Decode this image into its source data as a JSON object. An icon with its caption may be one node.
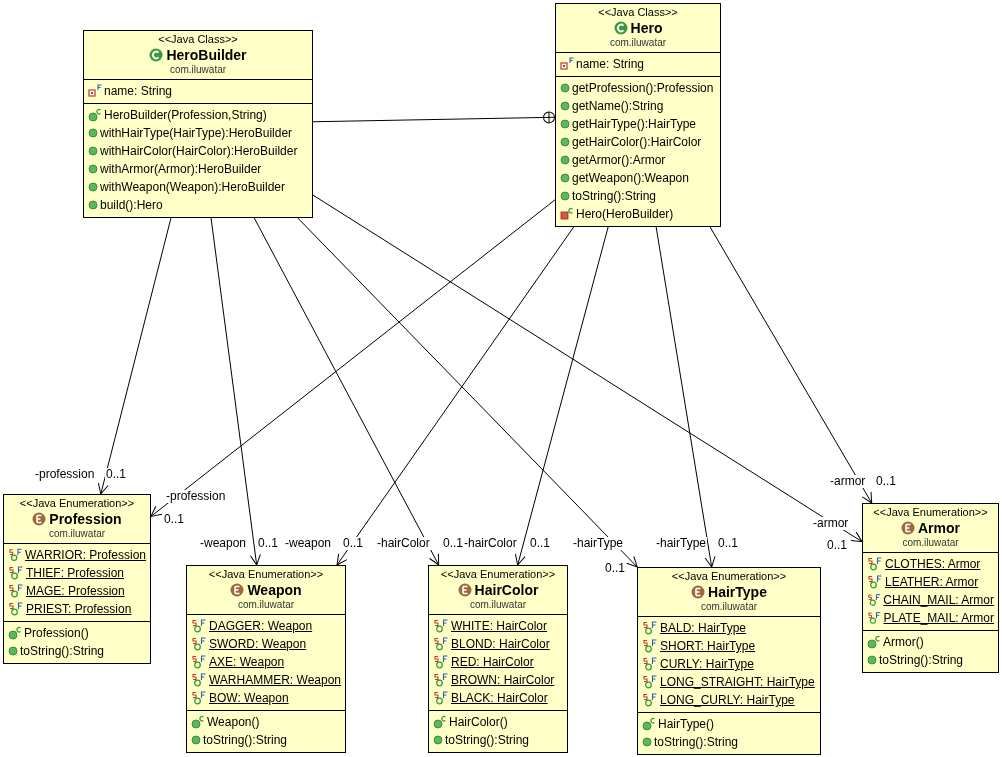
{
  "diagram": {
    "nodes": [
      {
        "text": [
          "<<Java Class>>",
          "HeroBuilder",
          "com.iluwatar"
        ]
      },
      {
        "text": [
          "name: String"
        ],
        "in": 0
      },
      {
        "text": [
          "HeroBuilder(Profession,String)",
          "withHairType(HairType):HeroBuilder",
          "withHairColor(HairColor):HeroBuilder",
          "withArmor(Armor):HeroBuilder",
          "withWeapon(Weapon):HeroBuilder",
          "build():Hero"
        ],
        "in": 0
      },
      {
        "text": [
          "<<Java Class>>",
          "Hero",
          "com.iluwatar"
        ]
      },
      {
        "text": [
          "name: String"
        ],
        "in": 3
      },
      {
        "text": [
          "getProfession():Profession",
          "getName():String",
          "getHairType():HairType",
          "getHairColor():HairColor",
          "getArmor():Armor",
          "getWeapon():Weapon",
          "toString():String",
          "Hero(HeroBuilder)"
        ],
        "in": 3
      },
      {
        "text": [
          "<<Java Enumeration>>",
          "Profession",
          "com.iluwatar"
        ]
      },
      {
        "text": [
          "WARRIOR: Profession",
          "THIEF: Profession",
          "MAGE: Profession",
          "PRIEST: Profession"
        ],
        "in": 6
      },
      {
        "text": [
          "Profession()",
          "toString():String"
        ],
        "in": 6
      },
      {
        "text": [
          "<<Java Enumeration>>",
          "Weapon",
          "com.iluwatar"
        ]
      },
      {
        "text": [
          "DAGGER: Weapon",
          "SWORD: Weapon",
          "AXE: Weapon",
          "WARHAMMER: Weapon",
          "BOW: Weapon"
        ],
        "in": 9
      },
      {
        "text": [
          "Weapon()",
          "toString():String"
        ],
        "in": 9
      },
      {
        "text": [
          "<<Java Enumeration>>",
          "HairColor",
          "com.iluwatar"
        ]
      },
      {
        "text": [
          "WHITE: HairColor",
          "BLOND: HairColor",
          "RED: HairColor",
          "BROWN: HairColor",
          "BLACK: HairColor"
        ],
        "in": 12
      },
      {
        "text": [
          "HairColor()",
          "toString():String"
        ],
        "in": 12
      },
      {
        "text": [
          "<<Java Enumeration>>",
          "HairType",
          "com.iluwatar"
        ]
      },
      {
        "text": [
          "BALD: HairType",
          "SHORT: HairType",
          "CURLY: HairType",
          "LONG_STRAIGHT: HairType",
          "LONG_CURLY: HairType"
        ],
        "in": 15
      },
      {
        "text": [
          "HairType()",
          "toString():String"
        ],
        "in": 15
      },
      {
        "text": [
          "<<Java Enumeration>>",
          "Armor",
          "com.iluwatar"
        ]
      },
      {
        "text": [
          "CLOTHES: Armor",
          "LEATHER: Armor",
          "CHAIN_MAIL: Armor",
          "PLATE_MAIL: Armor"
        ],
        "in": 18
      },
      {
        "text": [
          "Armor()",
          "toString():String"
        ],
        "in": 18
      }
    ],
    "edges": [
      {
        "from": 0,
        "to": 3,
        "arrow": "other"
      },
      {
        "from": 0,
        "to": 6,
        "arrow": "to",
        "label": "-profession"
      },
      {
        "from": 3,
        "to": 6,
        "arrow": "to",
        "label": "-profession"
      },
      {
        "from": 0,
        "to": 9,
        "arrow": "to",
        "label": "-weapon"
      },
      {
        "from": 3,
        "to": 9,
        "arrow": "to",
        "label": "-weapon"
      },
      {
        "from": 0,
        "to": 12,
        "arrow": "to",
        "label": "-hairColor"
      },
      {
        "from": 3,
        "to": 12,
        "arrow": "to",
        "label": "-hairColor"
      },
      {
        "from": 0,
        "to": 15,
        "arrow": "to",
        "label": "-hairType"
      },
      {
        "from": 3,
        "to": 15,
        "arrow": "to",
        "label": "-hairType"
      },
      {
        "from": 0,
        "to": 18,
        "arrow": "to",
        "label": "-armor"
      },
      {
        "from": 3,
        "to": 18,
        "arrow": "to",
        "label": "-armor"
      }
    ],
    "labels": [
      "0..1",
      "0..1",
      "0..1",
      "0..1",
      "0..1",
      "0..1",
      "0..1",
      "0..1",
      "0..1",
      "0..1"
    ]
  }
}
